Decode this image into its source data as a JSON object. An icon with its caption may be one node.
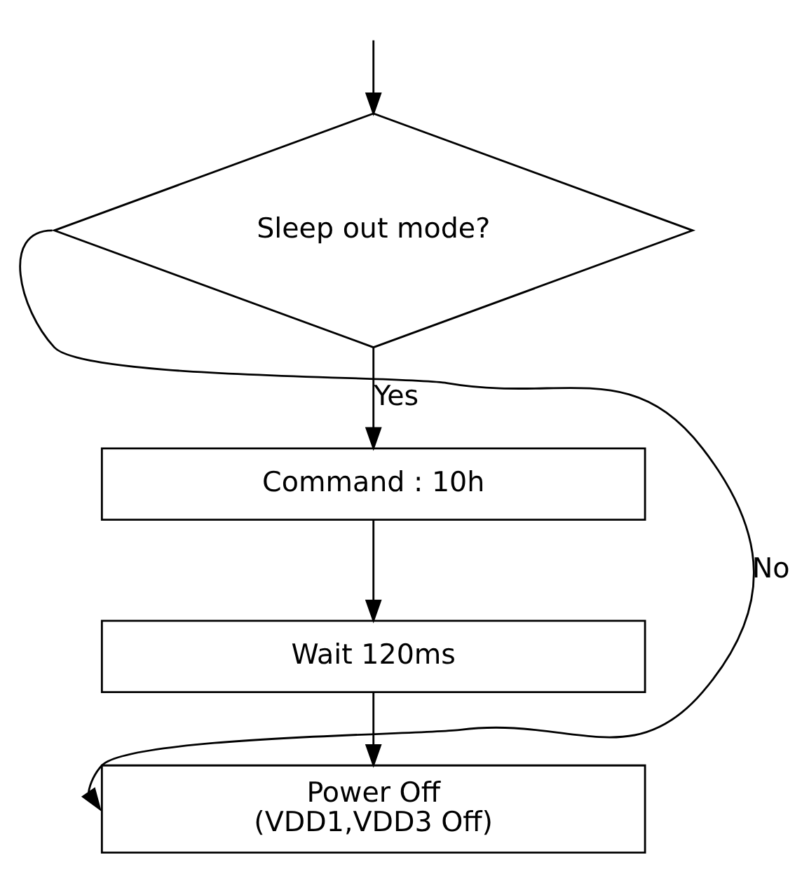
{
  "diagram": {
    "nodes": [
      {
        "text": [
          "Sleep out mode?"
        ]
      },
      {
        "text": [
          "Command : 10h"
        ]
      },
      {
        "text": [
          "Wait 120ms"
        ]
      },
      {
        "text": [
          "Power Off",
          "(VDD1,VDD3 Off)"
        ]
      }
    ],
    "edges": [
      {
        "from": null,
        "to": 0,
        "arrow": "to"
      },
      {
        "from": 0,
        "to": 1,
        "arrow": "to",
        "label": "Yes"
      },
      {
        "from": 1,
        "to": 2,
        "arrow": "to"
      },
      {
        "from": 2,
        "to": 3,
        "arrow": "to"
      },
      {
        "from": 0,
        "to": 3,
        "arrow": "to",
        "label": "No"
      }
    ]
  }
}
